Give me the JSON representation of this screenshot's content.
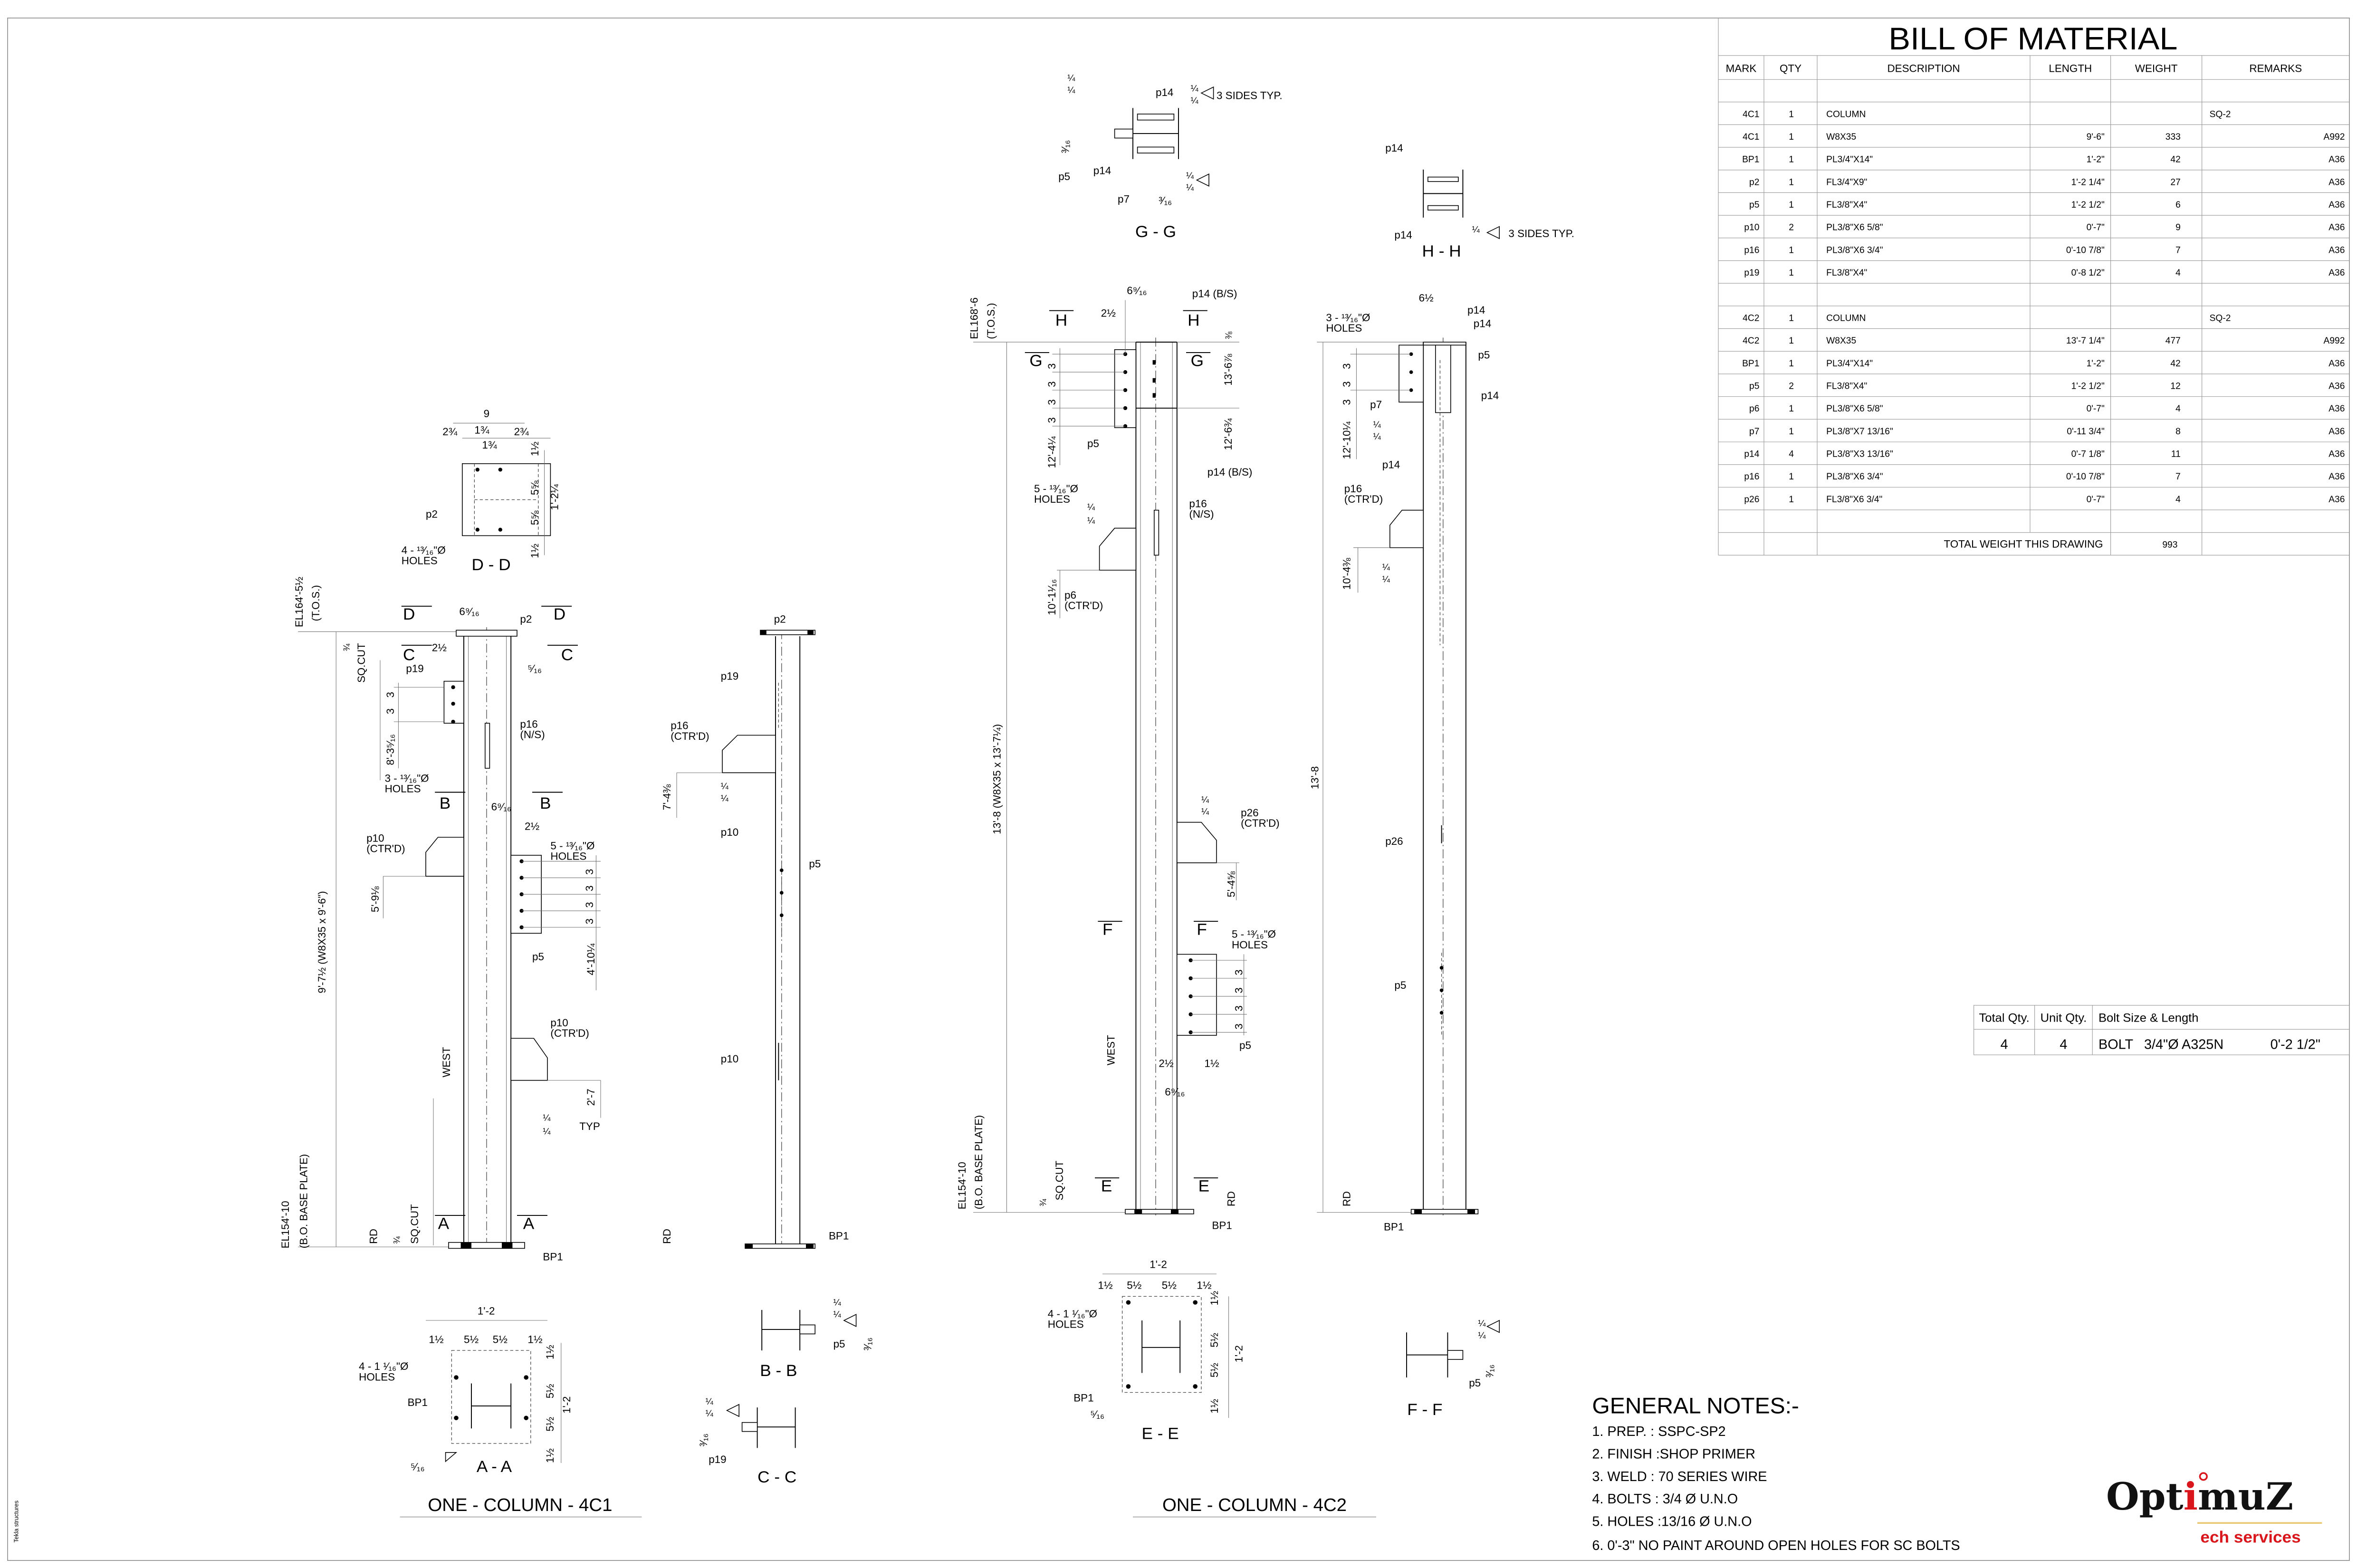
{
  "bom": {
    "title": "BILL OF MATERIAL",
    "headers": {
      "mark": "MARK",
      "qty": "QTY",
      "desc": "DESCRIPTION",
      "length": "LENGTH",
      "weight": "WEIGHT",
      "remarks": "REMARKS"
    },
    "groups": [
      [
        {
          "mark": "4C1",
          "qty": "1",
          "desc": "COLUMN",
          "length": "",
          "weight": "",
          "remarks": "SQ-2",
          "remarks_align": "left"
        },
        {
          "mark": "4C1",
          "qty": "1",
          "desc": "W8X35",
          "length": "9'-6\"",
          "weight": "333",
          "remarks": "A992"
        },
        {
          "mark": "BP1",
          "qty": "1",
          "desc": "PL3/4\"X14\"",
          "length": "1'-2\"",
          "weight": "42",
          "remarks": "A36"
        },
        {
          "mark": "p2",
          "qty": "1",
          "desc": "FL3/4\"X9\"",
          "length": "1'-2 1/4\"",
          "weight": "27",
          "remarks": "A36"
        },
        {
          "mark": "p5",
          "qty": "1",
          "desc": "FL3/8\"X4\"",
          "length": "1'-2 1/2\"",
          "weight": "6",
          "remarks": "A36"
        },
        {
          "mark": "p10",
          "qty": "2",
          "desc": "PL3/8\"X6 5/8\"",
          "length": "0'-7\"",
          "weight": "9",
          "remarks": "A36"
        },
        {
          "mark": "p16",
          "qty": "1",
          "desc": "PL3/8\"X6 3/4\"",
          "length": "0'-10 7/8\"",
          "weight": "7",
          "remarks": "A36"
        },
        {
          "mark": "p19",
          "qty": "1",
          "desc": "FL3/8\"X4\"",
          "length": "0'-8 1/2\"",
          "weight": "4",
          "remarks": "A36"
        }
      ],
      [
        {
          "mark": "4C2",
          "qty": "1",
          "desc": "COLUMN",
          "length": "",
          "weight": "",
          "remarks": "SQ-2",
          "remarks_align": "left"
        },
        {
          "mark": "4C2",
          "qty": "1",
          "desc": "W8X35",
          "length": "13'-7 1/4\"",
          "weight": "477",
          "remarks": "A992"
        },
        {
          "mark": "BP1",
          "qty": "1",
          "desc": "PL3/4\"X14\"",
          "length": "1'-2\"",
          "weight": "42",
          "remarks": "A36"
        },
        {
          "mark": "p5",
          "qty": "2",
          "desc": "FL3/8\"X4\"",
          "length": "1'-2 1/2\"",
          "weight": "12",
          "remarks": "A36"
        },
        {
          "mark": "p6",
          "qty": "1",
          "desc": "PL3/8\"X6 5/8\"",
          "length": "0'-7\"",
          "weight": "4",
          "remarks": "A36"
        },
        {
          "mark": "p7",
          "qty": "1",
          "desc": "PL3/8\"X7 13/16\"",
          "length": "0'-11 3/4\"",
          "weight": "8",
          "remarks": "A36"
        },
        {
          "mark": "p14",
          "qty": "4",
          "desc": "PL3/8\"X3 13/16\"",
          "length": "0'-7 1/8\"",
          "weight": "11",
          "remarks": "A36"
        },
        {
          "mark": "p16",
          "qty": "1",
          "desc": "PL3/8\"X6 3/4\"",
          "length": "0'-10 7/8\"",
          "weight": "7",
          "remarks": "A36"
        },
        {
          "mark": "p26",
          "qty": "1",
          "desc": "FL3/8\"X6 3/4\"",
          "length": "0'-7\"",
          "weight": "4",
          "remarks": "A36"
        }
      ]
    ],
    "total_label": "TOTAL WEIGHT THIS DRAWING",
    "total_weight": "993"
  },
  "bolt_table": {
    "headers": {
      "total_qty": "Total Qty.",
      "unit_qty": "Unit Qty.",
      "size": "Bolt Size & Length"
    },
    "row": {
      "total_qty": "4",
      "unit_qty": "4",
      "type": "BOLT",
      "size": "3/4\"Ø A325N",
      "length": "0'-2 1/2\""
    }
  },
  "general_notes": {
    "title": "GENERAL NOTES:-",
    "items": [
      "1. PREP. :  SSPC-SP2",
      "2. FINISH :SHOP PRIMER",
      "3. WELD : 70 SERIES WIRE",
      "4. BOLTS : 3/4 Ø U.N.O",
      "5. HOLES :13/16 Ø U.N.O",
      "6. 0'-3\" NO PAINT AROUND OPEN HOLES FOR SC BOLTS"
    ]
  },
  "logo": {
    "parts": [
      "Op",
      "t",
      "i",
      "muZ"
    ],
    "tagline": "ech services",
    "colors": {
      "dark": "#111111",
      "accent": "#d9161c",
      "rule": "#e8c46a"
    }
  },
  "drawing_labels": {
    "elev_4c1": [
      "EL164'-5½",
      "(T.O.S.)",
      "D",
      "D",
      "6⁹⁄₁₆",
      "p2",
      "¾",
      "SQ.CUT",
      "C",
      "C",
      "2½",
      "p19",
      "⁵⁄₁₆",
      "3",
      "3",
      "8'-3⁵⁄₁₆",
      "p16",
      "(N/S)",
      "3 - ¹³⁄₁₆\"Ø",
      "HOLES",
      "B",
      "B",
      "6⁹⁄₁₆",
      "2½",
      "5 - ¹³⁄₁₆\"Ø",
      "HOLES",
      "p10",
      "(CTR'D)",
      "5'-9⅛",
      "3",
      "3",
      "3",
      "3",
      "4'-10¼",
      "p5",
      "9'-7½ (W8X35 x 9'-6\")",
      "p10",
      "(CTR'D)",
      "WEST",
      "2'-7",
      "¼",
      "¼",
      "TYP",
      "EL154'-10",
      "(B.O. BASE PLATE)",
      "RD",
      "¾",
      "SQ.CUT",
      "A",
      "A",
      "BP1"
    ],
    "elev_mid": [
      "p2",
      "p19",
      "p16",
      "(CTR'D)",
      "¼",
      "¼",
      "7'-4⅜",
      "p10",
      "p5",
      "p10",
      "RD",
      "BP1"
    ],
    "elev_4c2": [
      "EL168'-6",
      "(T.O.S.)",
      "6⁹⁄₁₆",
      "p14 (B/S)",
      "2½",
      "H",
      "H",
      "G",
      "G",
      "⅜",
      "13'-6⅞",
      "3",
      "3",
      "3",
      "3",
      "12'-4¼",
      "12'-6¾",
      "p5",
      "p14 (B/S)",
      "5 - ¹³⁄₁₆\"Ø",
      "HOLES",
      "p16",
      "(N/S)",
      "¼",
      "¼",
      "10'-1¹⁄₁₆",
      "p6",
      "(CTR'D)",
      "13'-8 (W8X35 x 13'-7¼)",
      "¼",
      "¼",
      "p26",
      "(CTR'D)",
      "5'-4⅝",
      "F",
      "F",
      "5 - ¹³⁄₁₆\"Ø",
      "HOLES",
      "3",
      "3",
      "3",
      "3",
      "p5",
      "WEST",
      "2½",
      "1½",
      "6⁹⁄₁₆",
      "EL154'-10",
      "(B.O. BASE PLATE)",
      "¾",
      "SQ.CUT",
      "E",
      "E",
      "RD",
      "BP1"
    ],
    "elev_right": [
      "6½",
      "p14",
      "p14",
      "3 - ¹³⁄₁₆\"Ø",
      "HOLES",
      "p5",
      "3",
      "3",
      "3",
      "p7",
      "p14",
      "12'-10¼",
      "¼",
      "¼",
      "p14",
      "p16",
      "(CTR'D)",
      "10'-4⅜",
      "¼",
      "¼",
      "13'-8",
      "p26",
      "p5",
      "RD",
      "BP1"
    ],
    "sec_dd": [
      "9",
      "2¾",
      "1¾",
      "2¾",
      "1¾",
      "1½",
      "5⅝",
      "1'-2¼",
      "5⅝",
      "1½",
      "p2",
      "4 - ¹³⁄₁₆\"Ø",
      "HOLES",
      "D - D"
    ],
    "sec_aa": [
      "1'-2",
      "1½",
      "5½",
      "5½",
      "1½",
      "4 - 1 ¹⁄₁₆\"Ø",
      "HOLES",
      "BP1",
      "1½",
      "5½",
      "1'-2",
      "5½",
      "1½",
      "⁵⁄₁₆",
      "A - A"
    ],
    "sec_bb": [
      "¼",
      "¼",
      "p5",
      "³⁄₁₆",
      "B - B"
    ],
    "sec_cc": [
      "¼",
      "¼",
      "³⁄₁₆",
      "p19",
      "C - C"
    ],
    "sec_gg": [
      "¼",
      "¼",
      "p14",
      "¼",
      "¼",
      "3 SIDES TYP.",
      "³⁄₁₆",
      "p14",
      "p5",
      "¼",
      "¼",
      "p7",
      "³⁄₁₆",
      "G - G"
    ],
    "sec_hh": [
      "p14",
      "p14",
      "¼",
      "3 SIDES TYP.",
      "H - H"
    ],
    "sec_ee": [
      "1'-2",
      "1½",
      "5½",
      "5½",
      "1½",
      "4 - 1 ¹⁄₁₆\"Ø",
      "HOLES",
      "1½",
      "5½",
      "1'-2",
      "5½",
      "1½",
      "BP1",
      "⁵⁄₁₆",
      "E - E"
    ],
    "sec_ff": [
      "¼",
      "¼",
      "p5",
      "³⁄₁₆",
      "F - F"
    ],
    "titles": [
      "ONE - COLUMN - 4C1",
      "ONE - COLUMN - 4C2"
    ],
    "side": [
      "Tekla structures"
    ]
  }
}
